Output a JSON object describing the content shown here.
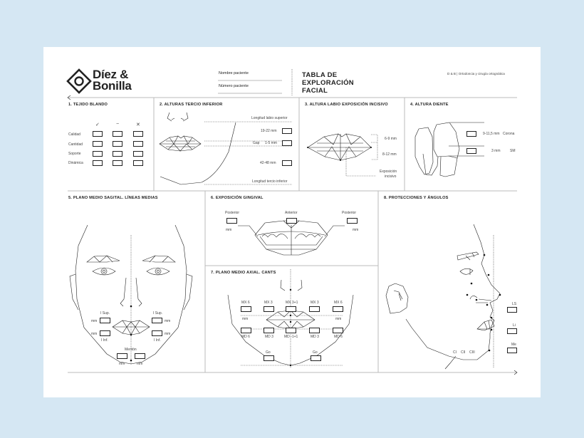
{
  "brand": {
    "name_line1": "Díez &",
    "name_line2": "Bonilla",
    "tagline": "D & B | Ortodoncia y cirugía ortognática"
  },
  "patient": {
    "name_label": "Nombre paciente",
    "number_label": "Número paciente"
  },
  "title": {
    "line1": "TABLA DE",
    "line2": "EXPLORACIÓN",
    "line3": "FACIAL"
  },
  "s1": {
    "title": "1. TEJIDO BLANDO",
    "cols": [
      "✓",
      "−",
      "✕"
    ],
    "rows": [
      "Calidad",
      "Cantidad",
      "Soporte",
      "Dinámica"
    ]
  },
  "s2": {
    "title": "2. ALTURAS TERCIO INFERIOR",
    "upper": "Longitud labio superior",
    "r1": "19-22 mm",
    "gap": "Gap",
    "r2": "1-5 mm",
    "r3": "42-48 mm",
    "lower": "Longitud tercio inferior"
  },
  "s3": {
    "title": "3. ALTURA LABIO EXPOSICIÓN INCISIVO",
    "a": "6-9 mm",
    "b": "8-12 mm",
    "c1": "Exposición",
    "c2": "incisivo"
  },
  "s4": {
    "title": "4. ALTURA DIENTE",
    "a": "9-11,5 mm",
    "a_name": "Corona",
    "b": "3 mm",
    "b_name": "SM"
  },
  "s5": {
    "title": "5. PLANO MEDIO SAGITAL. LÍNEAS MEDIAS",
    "isup": "I Sup.",
    "iinf": "I Inf.",
    "menton": "Mentón",
    "mm": "mm"
  },
  "s6": {
    "title": "6. EXPOSICIÓN GINGIVAL",
    "posterior": "Posterior",
    "anterior": "Anterior",
    "mm": "mm"
  },
  "s7": {
    "title": "7. PLANO MEDIO AXIAL. CANTS",
    "top": [
      "MX 6",
      "MX 3",
      "MX 3+1",
      "MX 3",
      "MX 6"
    ],
    "bottom": [
      "MD 6",
      "MD 3",
      "MD -1+1",
      "MD 3",
      "MD 6"
    ],
    "go": "Go",
    "mm": "mm"
  },
  "s8": {
    "title": "8. PROTECCIONES Y ÁNGULOS",
    "ls": "LS",
    "li": "Li",
    "me": "Me",
    "c1": "CI",
    "c2": "CII",
    "c3": "CIII"
  }
}
